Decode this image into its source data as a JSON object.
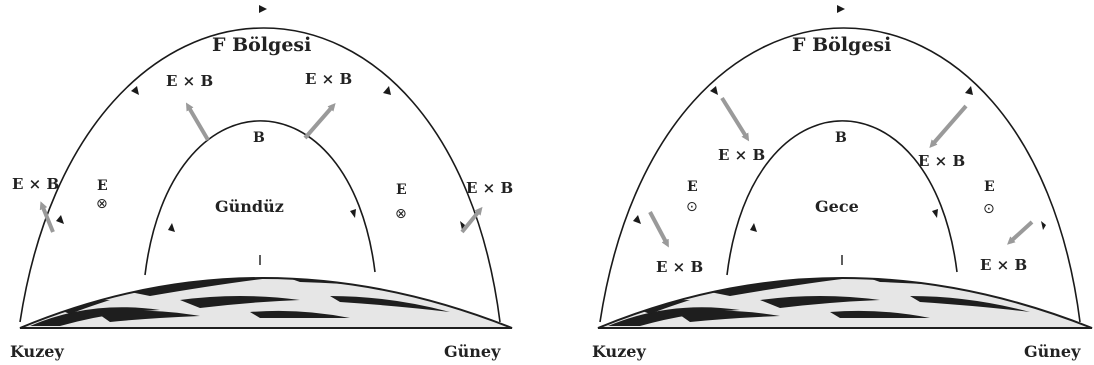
{
  "colors": {
    "line": "#1a1a1a",
    "arrow": "#9a9a9a",
    "earth_light": "#e6e6e6",
    "earth_dark": "#1e1e1e"
  },
  "panels": [
    {
      "region_label": "F Bölgesi",
      "center_label": "Gündüz",
      "b_label": "B",
      "exb_label": "E × B",
      "e_label": "E",
      "e_symbol": "⊗",
      "north_label": "Kuzey",
      "south_label": "Güney"
    },
    {
      "region_label": "F Bölgesi",
      "center_label": "Gece",
      "b_label": "B",
      "exb_label": "E × B",
      "e_label": "E",
      "e_symbol": "⊙",
      "north_label": "Kuzey",
      "south_label": "Güney"
    }
  ]
}
